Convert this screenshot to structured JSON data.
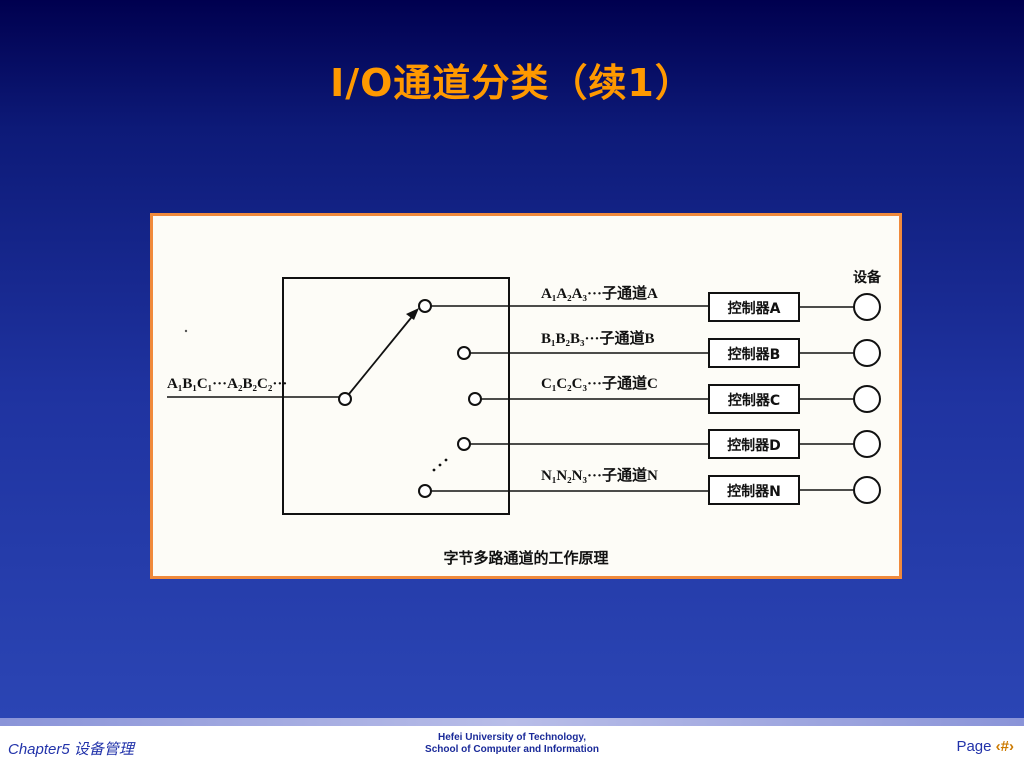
{
  "title": "I/O通道分类（续1）",
  "diagram": {
    "device_label": "设备",
    "input_label": "A₁B₁C₁···A₂B₂C₂···",
    "subchannels": [
      {
        "label": "A₁A₂A₃···子通道A",
        "controller": "控制器A"
      },
      {
        "label": "B₁B₂B₃···子通道B",
        "controller": "控制器B"
      },
      {
        "label": "C₁C₂C₃···子通道C",
        "controller": "控制器C"
      },
      {
        "label": "",
        "controller": "控制器D"
      },
      {
        "label": "N₁N₂N₃···子通道N",
        "controller": "控制器N"
      }
    ],
    "caption": "字节多路通道的工作原理"
  },
  "footer": {
    "chapter": "Chapter5 设备管理",
    "school_line1": "Hefei University of Technology,",
    "school_line2": "School of Computer and Information",
    "page_label": "Page",
    "page_number": "‹#›"
  }
}
